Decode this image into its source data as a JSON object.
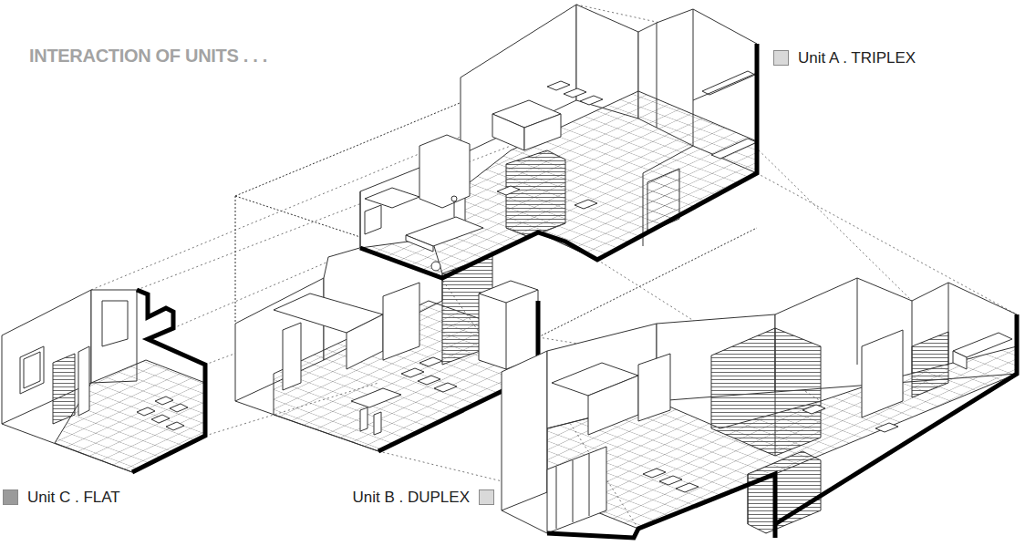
{
  "diagram": {
    "title": "INTERACTION OF UNITS . . .",
    "legend": [
      {
        "text": "Unit A . TRIPLEX",
        "color": "#d9d9d9"
      },
      {
        "text": "Unit C . FLAT",
        "color": "#9b9b9b"
      },
      {
        "text": "Unit B . DUPLEX",
        "color": "#d9d9d9"
      }
    ]
  }
}
